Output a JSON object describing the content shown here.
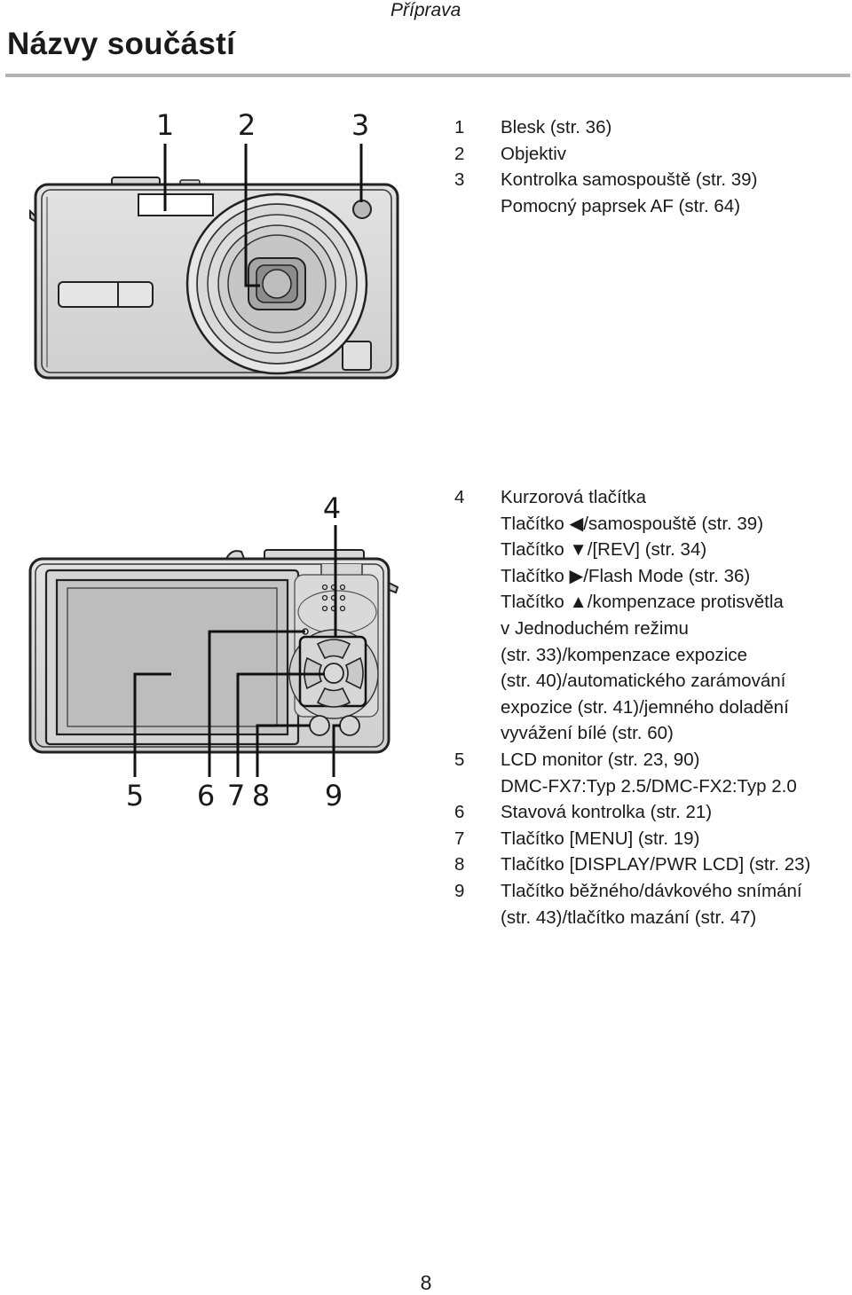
{
  "header": {
    "section": "Příprava",
    "title": "Názvy součástí"
  },
  "diagram": {
    "front_callouts": [
      "1",
      "2",
      "3"
    ],
    "back_callouts": [
      "4",
      "5",
      "6",
      "7",
      "8",
      "9"
    ]
  },
  "parts_front": [
    {
      "num": "1",
      "lines": [
        "Blesk (str. 36)"
      ]
    },
    {
      "num": "2",
      "lines": [
        "Objektiv"
      ]
    },
    {
      "num": "3",
      "lines": [
        "Kontrolka samospouště (str. 39)",
        "Pomocný paprsek AF (str. 64)"
      ]
    }
  ],
  "parts_back": [
    {
      "num": "4",
      "lines": [
        "Kurzorová tlačítka",
        "Tlačítko ◀/samospouště (str. 39)",
        "Tlačítko ▼/[REV] (str. 34)",
        "Tlačítko ▶/Flash Mode (str. 36)",
        "Tlačítko ▲/kompenzace protisvětla",
        "v Jednoduchém režimu",
        "(str. 33)/kompenzace expozice",
        "(str. 40)/automatického zarámování",
        "expozice (str. 41)/jemného doladění",
        "vyvážení bílé (str. 60)"
      ]
    },
    {
      "num": "5",
      "lines": [
        "LCD monitor (str. 23, 90)",
        "DMC-FX7:Typ 2.5/DMC-FX2:Typ 2.0"
      ]
    },
    {
      "num": "6",
      "lines": [
        "Stavová kontrolka (str. 21)"
      ]
    },
    {
      "num": "7",
      "lines": [
        "Tlačítko [MENU] (str. 19)"
      ]
    },
    {
      "num": "8",
      "lines": [
        "Tlačítko [DISPLAY/PWR LCD] (str. 23)"
      ]
    },
    {
      "num": "9",
      "lines": [
        "Tlačítko běžného/dávkového snímání",
        "(str. 43)/tlačítko mazání (str. 47)"
      ]
    }
  ],
  "footer": {
    "page_number": "8"
  }
}
